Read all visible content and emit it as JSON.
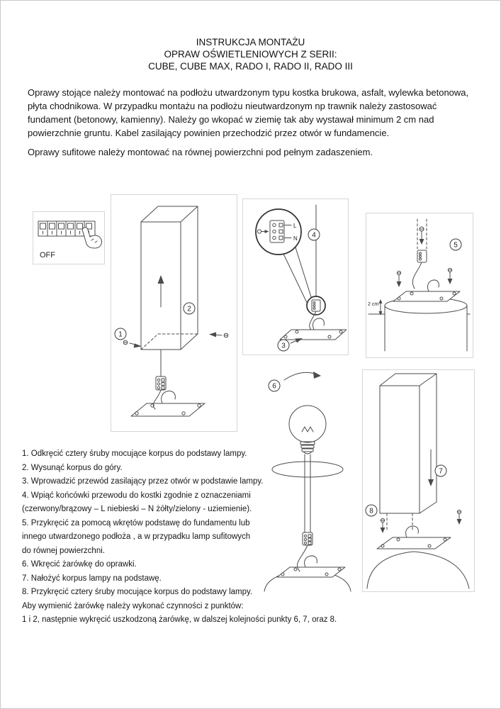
{
  "title": {
    "line1": "INSTRUKCJA MONTAŻU",
    "line2": "OPRAW OŚWIETLENIOWYCH Z SERII:",
    "line3": "CUBE, CUBE MAX, RADO I, RADO II, RADO III"
  },
  "intro": {
    "p1_lines": [
      "Oprawy stojące należy montować na podłożu utwardzonym typu kostka brukowa, asfalt, wylewka betonowa,",
      "płyta chodnikowa. W przypadku montażu na podłożu nieutwardzonym np trawnik należy zastosować",
      "fundament (betonowy, kamienny). Należy go wkopać w ziemię tak aby wystawał minimum 2 cm nad",
      "powierzchnie gruntu. Kabel zasilający powinien przechodzić przez otwór w fundamencie."
    ],
    "p2": "Oprawy sufitowe należy montować na równej powierzchni pod pełnym zadaszeniem."
  },
  "diagrams": {
    "switch_label": "OFF",
    "step_badges": [
      "1",
      "2",
      "3",
      "4",
      "5",
      "6",
      "7",
      "8"
    ],
    "terminal_labels": [
      "L",
      "N"
    ],
    "depth_label": "2 cm"
  },
  "steps": [
    "1. Odkręcić cztery śruby mocujące korpus do podstawy lampy.",
    "2. Wysunąć korpus do góry.",
    "3. Wprowadzić przewód zasilający przez otwór w podstawie lampy.",
    "4. Wpiąć końcówki przewodu do kostki zgodnie z oznaczeniami",
    "(czerwony/brązowy – L niebieski – N żółty/zielony - uziemienie).",
    "5. Przykręcić za pomocą wkrętów podstawę do fundamentu lub",
    "innego utwardzonego podłoża , a w przypadku lamp sufitowych",
    "do równej powierzchni.",
    "6. Wkręcić żarówkę do oprawki.",
    "7. Nałożyć korpus lampy na podstawę.",
    "8. Przykręcić cztery śruby mocujące korpus do podstawy lampy.",
    "Aby wymienić żarówkę należy wykonać czynności z punktów:",
    "1 i 2, następnie wykręcić uszkodzoną żarówkę, w dalszej kolejności punkty 6, 7, oraz 8."
  ]
}
